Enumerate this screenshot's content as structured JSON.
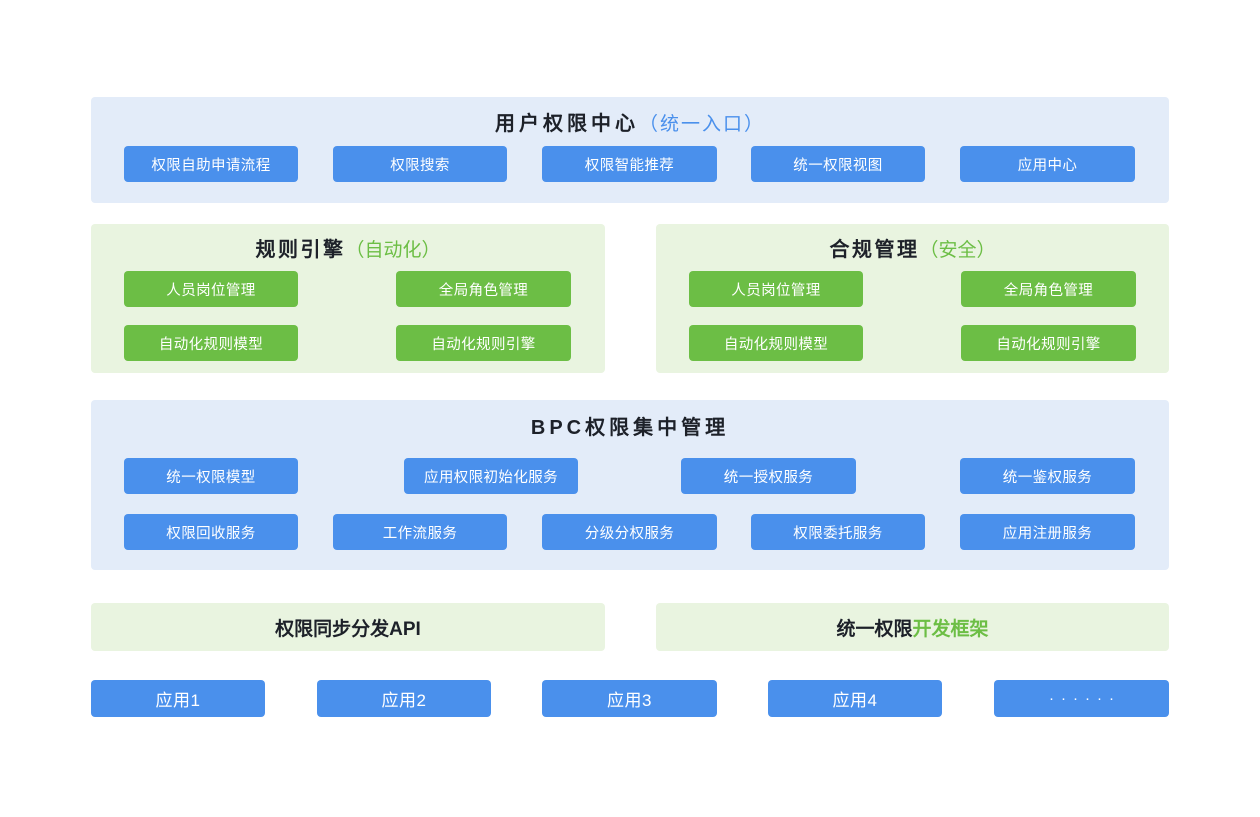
{
  "diagram": {
    "title_row_1": {
      "title_main": "用户权限中心",
      "title_accent": "（统一入口）",
      "buttons": [
        {
          "label": "权限自助申请流程"
        },
        {
          "label": "权限搜索"
        },
        {
          "label": "权限智能推荐"
        },
        {
          "label": "统一权限视图"
        },
        {
          "label": "应用中心"
        }
      ]
    },
    "rules_engine": {
      "title_main": "规则引擎",
      "title_accent": "（自动化）",
      "buttons": [
        {
          "label": "人员岗位管理"
        },
        {
          "label": "全局角色管理"
        },
        {
          "label": "自动化规则模型"
        },
        {
          "label": "自动化规则引擎"
        }
      ]
    },
    "compliance": {
      "title_main": "合规管理",
      "title_accent": "（安全）",
      "buttons": [
        {
          "label": "人员岗位管理"
        },
        {
          "label": "全局角色管理"
        },
        {
          "label": "自动化规则模型"
        },
        {
          "label": "自动化规则引擎"
        }
      ]
    },
    "bpc": {
      "title": "BPC权限集中管理",
      "row1": [
        {
          "label": "统一权限模型"
        },
        {
          "label": "应用权限初始化服务"
        },
        {
          "label": "统一授权服务"
        },
        {
          "label": "统一鉴权服务"
        }
      ],
      "row2": [
        {
          "label": "权限回收服务"
        },
        {
          "label": "工作流服务"
        },
        {
          "label": "分级分权服务"
        },
        {
          "label": "权限委托服务"
        },
        {
          "label": "应用注册服务"
        }
      ]
    },
    "api_panel": {
      "title": "权限同步分发API"
    },
    "framework_panel": {
      "title_main": "统一权限",
      "title_accent": "开发框架"
    },
    "applications": [
      {
        "label": "应用1"
      },
      {
        "label": "应用2"
      },
      {
        "label": "应用3"
      },
      {
        "label": "应用4"
      },
      {
        "label": "······"
      }
    ],
    "colors": {
      "panel_blue": "#e3ecf9",
      "panel_green": "#e9f4e0",
      "chip_blue": "#4a90ec",
      "chip_green": "#6cbe45",
      "text_dark": "#1d2129",
      "background": "#ffffff"
    }
  }
}
